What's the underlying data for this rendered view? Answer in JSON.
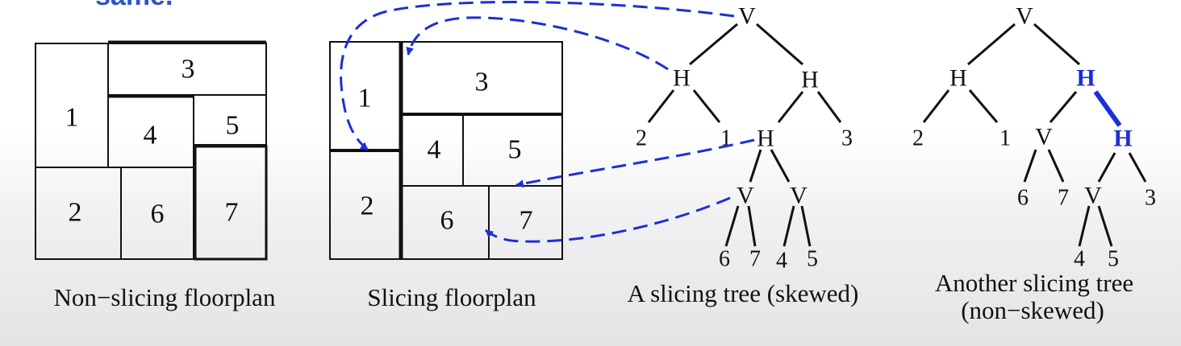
{
  "heading_fragment": "same.",
  "colors": {
    "ink": "#111111",
    "arrow": "#1c2fd6",
    "heading": "#2a55c8"
  },
  "non_slicing": {
    "caption": "Non−slicing floorplan",
    "cells": [
      "1",
      "3",
      "4",
      "5",
      "2",
      "6",
      "7"
    ]
  },
  "slicing": {
    "caption": "Slicing floorplan",
    "cells": [
      "1",
      "3",
      "4",
      "5",
      "2",
      "6",
      "7"
    ]
  },
  "skewed_tree": {
    "caption": "A slicing tree (skewed)",
    "nodes": [
      "V",
      "H",
      "H",
      "2",
      "1",
      "H",
      "3",
      "V",
      "V",
      "6",
      "7",
      "4",
      "5"
    ]
  },
  "nonskewed_tree": {
    "caption_line1": "Another slicing tree",
    "caption_line2": "(non−skewed)",
    "nodes": [
      "V",
      "H",
      "H",
      "2",
      "1",
      "V",
      "H",
      "6",
      "7",
      "V",
      "3",
      "4",
      "5"
    ]
  }
}
